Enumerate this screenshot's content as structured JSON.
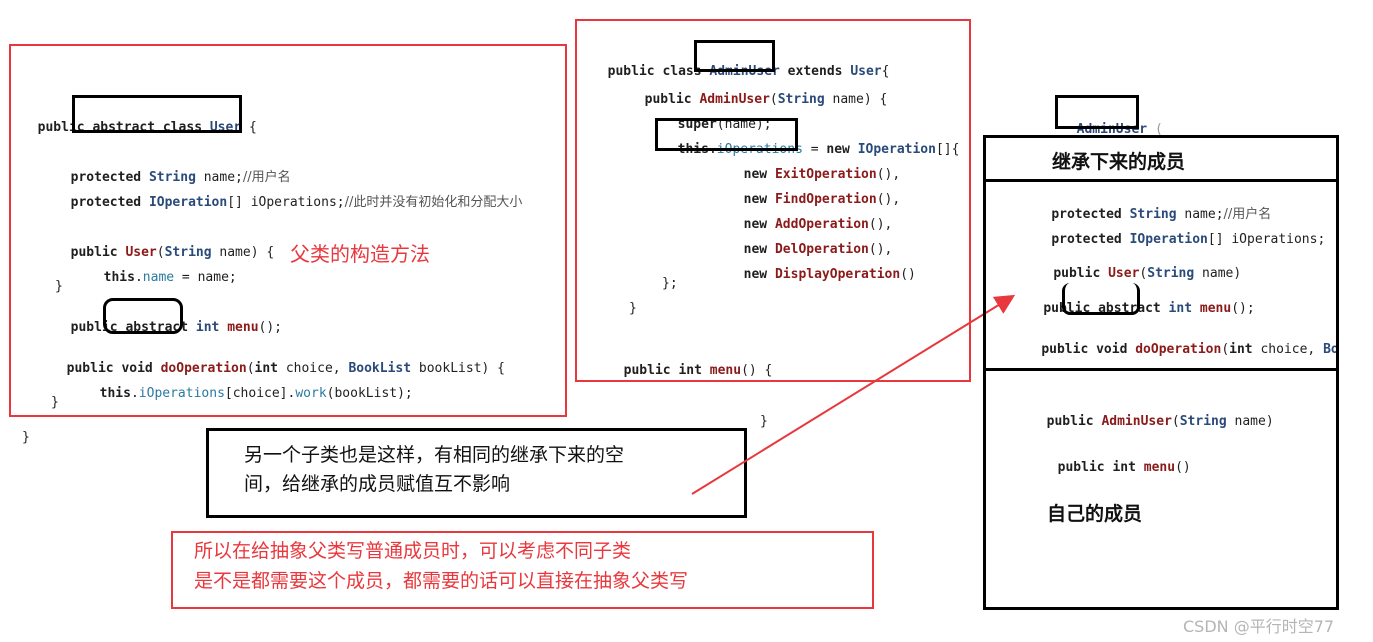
{
  "left_code": {
    "line1_public": "public",
    "line1_abstract_class": "abstract class",
    "line1_user": "User",
    "line1_brace": " {",
    "name_protected": "protected",
    "name_type": "String",
    "name_rest": " name;",
    "name_comment": "//用户名",
    "ops_protected": "protected",
    "ops_type": "IOperation",
    "ops_rest": "[] iOperations;",
    "ops_comment": "//此时并没有初始化和分配大小",
    "ctor_public": "public",
    "ctor_name": "User",
    "ctor_paren": "(",
    "ctor_type": "String",
    "ctor_rest": " name) {",
    "ctor_this": "this",
    "ctor_dot": ".",
    "ctor_field": "name",
    "ctor_assign": " = name;",
    "ctor_close": "}",
    "menu_public": "public",
    "menu_abstract": "abstract",
    "menu_int": " int ",
    "menu_name": "menu",
    "menu_rest": "();",
    "doop_public": "public",
    "doop_void": " void ",
    "doop_name": "doOperation",
    "doop_p1": "(",
    "doop_int": "int",
    "doop_p2": " choice, ",
    "doop_type": "BookList",
    "doop_p3": " bookList) {",
    "doop_this": "this",
    "doop_dot": ".",
    "doop_field": "iOperations",
    "doop_mid": "[choice].",
    "doop_work": "work",
    "doop_end": "(bookList);",
    "doop_close": "}",
    "class_close": "}"
  },
  "left_label": "父类的构造方法",
  "mid_code": {
    "l1_a": "public class ",
    "l1_name": "AdminUser",
    "l1_b": " extends ",
    "l1_user": "User",
    "l1_c": "{",
    "l2_a": "public ",
    "l2_name": "AdminUser",
    "l2_b": "(",
    "l2_type": "String",
    "l2_c": " name) {",
    "l3_super": "super",
    "l3_rest": "(name);",
    "l4_this": "this",
    "l4_dot": ".",
    "l4_field": "iOperations",
    "l4_b": " = ",
    "l4_new": "new ",
    "l4_type": "IOperation",
    "l4_c": "[]{",
    "ops": [
      {
        "new": "new ",
        "name": "ExitOperation",
        "rest": "(),"
      },
      {
        "new": "new ",
        "name": "FindOperation",
        "rest": "(),"
      },
      {
        "new": "new ",
        "name": "AddOperation",
        "rest": "(),"
      },
      {
        "new": "new ",
        "name": "DelOperation",
        "rest": "(),"
      },
      {
        "new": "new ",
        "name": "DisplayOperation",
        "rest": "()"
      }
    ],
    "close_arr": "};",
    "close_ctor": "}",
    "menu_public": "public ",
    "menu_int": "int ",
    "menu_name": "menu",
    "menu_rest": "() {",
    "outer_close": "}"
  },
  "note_box": {
    "line1": "另一个子类也是这样，有相同的继承下来的空",
    "line2": "间，给继承的成员赋值互不影响"
  },
  "red_note": {
    "line1": "所以在给抽象父类写普通成员时，可以考虑不同子类",
    "line2": "是不是都需要这个成员，都需要的话可以直接在抽象父类写"
  },
  "right_panel": {
    "class_label": "AdminUser",
    "class_dot": "(",
    "inherited_title": "继承下来的成员",
    "name_protected": "protected ",
    "name_type": "String",
    "name_rest": " name;",
    "name_comment": "//用户名",
    "ops_protected": "protected ",
    "ops_type": "IOperation",
    "ops_rest": "[] iOperations;",
    "ctor_public": "public ",
    "ctor_name": "User",
    "ctor_p": "(",
    "ctor_type": "String",
    "ctor_rest": " name)",
    "menu_public": "public",
    "menu_abstract": "abstract",
    "menu_int": " int ",
    "menu_name": "menu",
    "menu_rest": "();",
    "doop_public": "public void ",
    "doop_name": "doOperation",
    "doop_p": "(",
    "doop_int": "int",
    "doop_rest": " choice, ",
    "doop_type": "BookList",
    "own_ctor_public": "public ",
    "own_ctor_name": "AdminUser",
    "own_ctor_p": "(",
    "own_ctor_type": "String",
    "own_ctor_rest": " name)",
    "own_menu_public": "public ",
    "own_menu_int": "int ",
    "own_menu_name": "menu",
    "own_menu_rest": "()",
    "own_title": "自己的成员"
  },
  "watermark": "CSDN @平行时空77",
  "colors": {
    "red": "#e8383d",
    "black": "#000000"
  }
}
